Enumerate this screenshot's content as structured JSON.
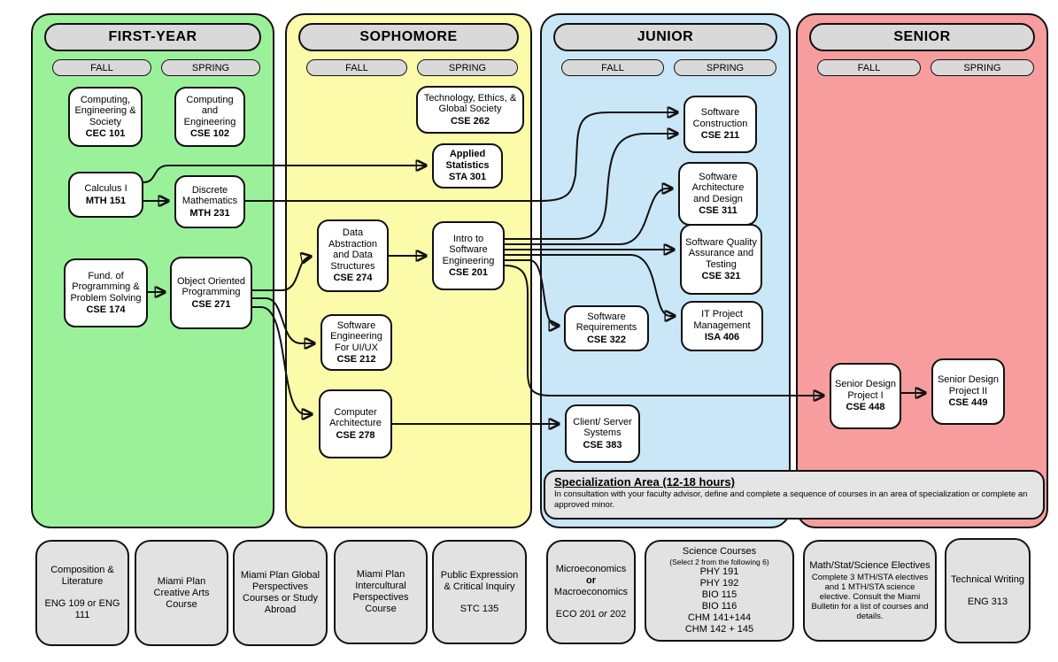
{
  "columns": [
    {
      "title": "FIRST-YEAR",
      "fall": "FALL",
      "spring": "SPRING"
    },
    {
      "title": "SOPHOMORE",
      "fall": "FALL",
      "spring": "SPRING"
    },
    {
      "title": "JUNIOR",
      "fall": "FALL",
      "spring": "SPRING"
    },
    {
      "title": "SENIOR",
      "fall": "FALL",
      "spring": "SPRING"
    }
  ],
  "courses": {
    "cec101": {
      "name": "Computing, Engineering & Society",
      "code": "CEC 101"
    },
    "cse102": {
      "name": "Computing and Engineering",
      "code": "CSE 102"
    },
    "mth151": {
      "name": "Calculus I",
      "code": "MTH 151"
    },
    "mth231": {
      "name": "Discrete Mathematics",
      "code": "MTH 231"
    },
    "cse174": {
      "name": "Fund. of Programming & Problem Solving",
      "code": "CSE 174"
    },
    "cse271": {
      "name": "Object Oriented Programming",
      "code": "CSE 271"
    },
    "cse262": {
      "name": "Technology, Ethics, & Global Society",
      "code": "CSE 262"
    },
    "sta301": {
      "name": "Applied Statistics",
      "code": "STA 301"
    },
    "cse274": {
      "name": "Data Abstraction and Data Structures",
      "code": "CSE 274"
    },
    "cse201": {
      "name": "Intro to Software Engineering",
      "code": "CSE 201"
    },
    "cse212": {
      "name": "Software Engineering For UI/UX",
      "code": "CSE 212"
    },
    "cse278": {
      "name": "Computer Architecture",
      "code": "CSE 278"
    },
    "cse211": {
      "name": "Software Construction",
      "code": "CSE 211"
    },
    "cse311": {
      "name": "Software Architecture and Design",
      "code": "CSE 311"
    },
    "cse321": {
      "name": "Software Quality Assurance and Testing",
      "code": "CSE 321"
    },
    "cse322": {
      "name": "Software Requirements",
      "code": "CSE 322"
    },
    "isa406": {
      "name": "IT Project Management",
      "code": "ISA 406"
    },
    "cse383": {
      "name": "Client/ Server Systems",
      "code": "CSE 383"
    },
    "cse448": {
      "name": "Senior Design Project I",
      "code": "CSE 448"
    },
    "cse449": {
      "name": "Senior Design Project II",
      "code": "CSE 449"
    }
  },
  "specialization": {
    "title": "Specialization Area (12-18 hours)",
    "body": "In consultation with your faculty advisor, define and complete a sequence of courses in an area of specialization or complete an approved minor."
  },
  "gen_ed": {
    "composition": {
      "line1": "Composition & Literature",
      "line2": "ENG 109 or ENG 111"
    },
    "creative_arts": {
      "line1": "Miami Plan Creative Arts Course"
    },
    "global": {
      "line1": "Miami Plan Global Perspectives Courses or Study Abroad"
    },
    "intercultural": {
      "line1": "Miami Plan Intercultural Perspectives Course"
    },
    "public_expression": {
      "line1": "Public Expression & Critical Inquiry",
      "line2": "STC 135"
    },
    "economics": {
      "line1": "Microeconomics",
      "or_word": "or",
      "line2": "Macroeconomics",
      "code_pre": "ECO 201 ",
      "code_or": "or",
      "code_post": " 202"
    },
    "science": {
      "title": "Science Courses",
      "subtitle": "(Select 2 from the following 6)",
      "items": [
        "PHY 191",
        "PHY 192",
        "BIO 115",
        "BIO 116",
        "CHM 141+144",
        "CHM 142 + 145"
      ]
    },
    "math_stat": {
      "title": "Math/Stat/Science Electives",
      "body": "Complete 3 MTH/STA electives and 1 MTH/STA science elective. Consult the Miami Bulletin for a list of courses and details."
    },
    "technical_writing": {
      "line1": "Technical Writing",
      "line2": "ENG 313"
    }
  },
  "colors": {
    "first_year": "#9af19a",
    "sophomore": "#fbfbaa",
    "junior": "#cae7f8",
    "senior": "#f89d9d",
    "header_pill": "#d9d9d9",
    "course_box": "#ffffff",
    "gen_ed_box": "#e2e2e2",
    "specialization_box": "#e5e5e5",
    "line": "#111111"
  }
}
